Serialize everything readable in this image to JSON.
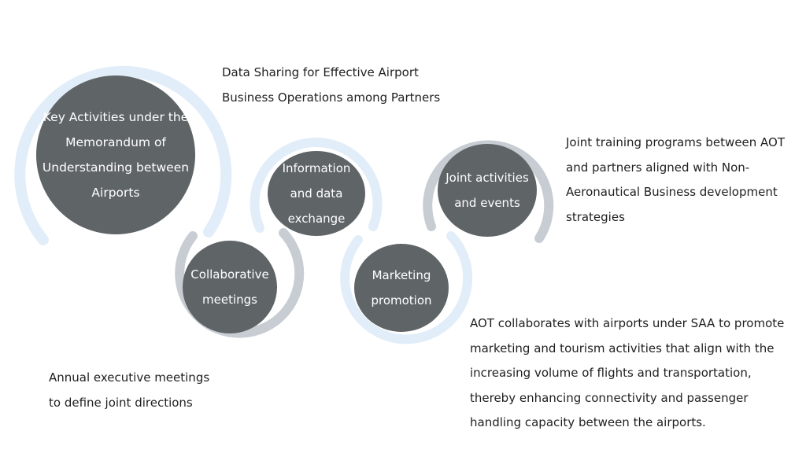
{
  "colors": {
    "node_fill": "#5f6467",
    "ring_light": "#e1edf8",
    "ring_gray": "#c8cdd4",
    "text": "#1f1f1f"
  },
  "nodes": {
    "key": {
      "text": "Key Activities under the\nMemorandum of\nUnderstanding between\nAirports",
      "ring": "light"
    },
    "info": {
      "text": "Information\nand data\nexchange",
      "ring": "light"
    },
    "joint": {
      "text": "Joint activities\nand events",
      "ring": "gray"
    },
    "meetings": {
      "text": "Collaborative\nmeetings",
      "ring": "gray"
    },
    "marketing": {
      "text": "Marketing\npromotion",
      "ring": "light"
    }
  },
  "descriptions": {
    "data_sharing": "Data Sharing for Effective Airport\nBusiness Operations among Partners",
    "training": "Joint training programs between AOT\nand partners aligned with Non-\nAeronautical Business development\nstrategies",
    "executive": "Annual executive meetings\nto define joint directions",
    "aot_saa": "AOT collaborates with airports under SAA to promote\nmarketing and tourism activities that align with the\nincreasing volume of flights and transportation,\nthereby enhancing connectivity and passenger\nhandling capacity between the airports."
  }
}
